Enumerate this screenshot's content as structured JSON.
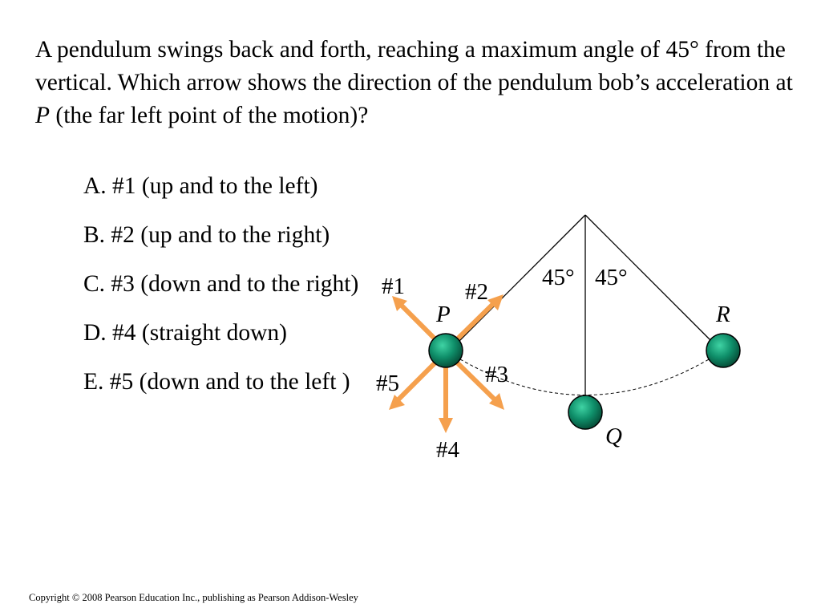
{
  "question": {
    "text_before": "A pendulum swings back and forth, reaching a maximum angle of 45° from the vertical. Which arrow shows the direction of the pendulum bob’s acceleration at ",
    "italic_point": "P",
    "text_after": " (the far left point of the motion)?"
  },
  "answers": [
    {
      "text": "A. #1 (up and to the left)"
    },
    {
      "text": "B. #2 (up and to the right)"
    },
    {
      "text": "C. #3 (down and to the right)"
    },
    {
      "text": "D. #4 (straight down)"
    },
    {
      "text": "E. #5 (down and to the left )"
    }
  ],
  "diagram": {
    "angle_left": "45°",
    "angle_right": "45°",
    "points": {
      "P": "P",
      "Q": "Q",
      "R": "R"
    },
    "arrows": [
      {
        "label": "#1"
      },
      {
        "label": "#2"
      },
      {
        "label": "#3"
      },
      {
        "label": "#4"
      },
      {
        "label": "#5"
      }
    ],
    "colors": {
      "arrow": "#f5a04d",
      "bob": "#0f8f6a",
      "line": "#000000"
    }
  },
  "footer": {
    "copyright": "Copyright © 2008 Pearson Education Inc., publishing as Pearson Addison-Wesley"
  }
}
